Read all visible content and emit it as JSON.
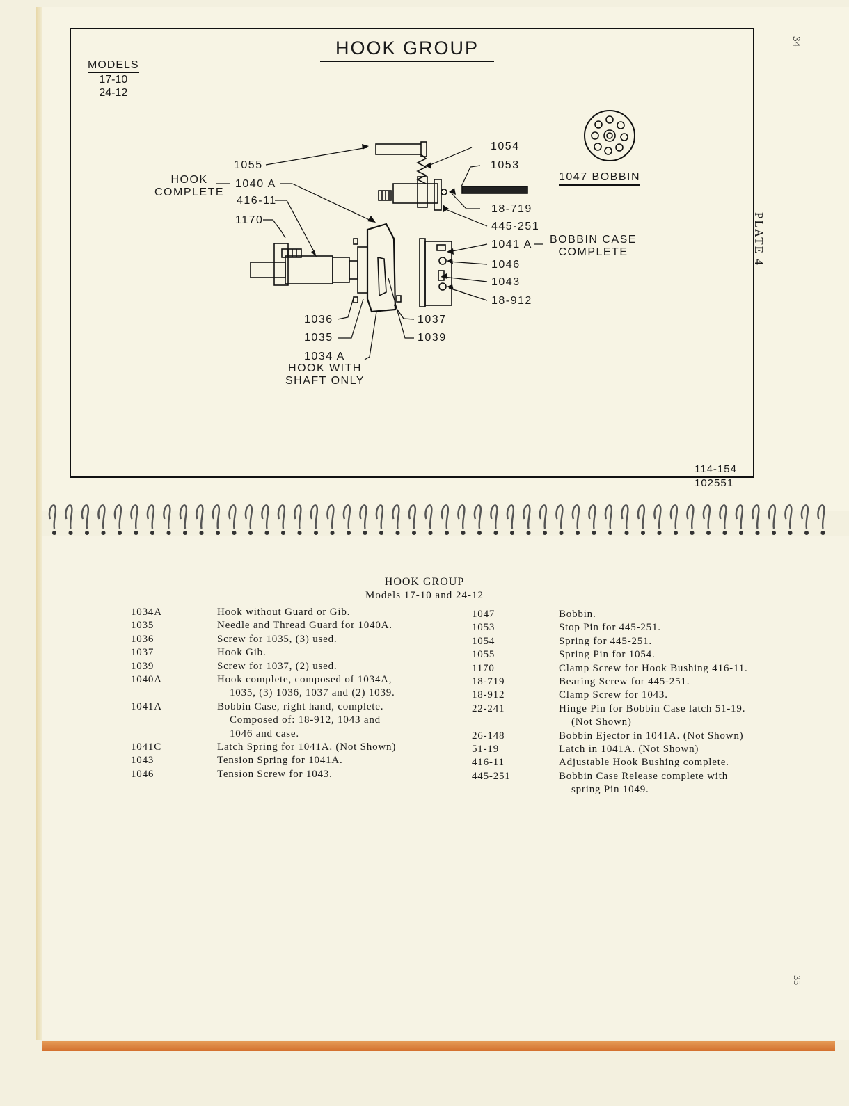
{
  "plate": {
    "title": "HOOK GROUP",
    "models_label": "MODELS",
    "models": [
      "17-10",
      "24-12"
    ],
    "side_label": "PLATE 4",
    "page_top": "34",
    "drawing_numbers": [
      "114-154",
      "102551"
    ],
    "labels": {
      "hook_complete": [
        "HOOK",
        "COMPLETE"
      ],
      "p1055": "1055",
      "p1040a": "1040 A",
      "p416": "416-11",
      "p1170": "1170",
      "p1054": "1054",
      "p1053": "1053",
      "p18719": "18-719",
      "p445": "445-251",
      "p1041a": "1041 A",
      "bobbin_case": [
        "BOBBIN CASE",
        "COMPLETE"
      ],
      "p1046": "1046",
      "p1043": "1043",
      "p18912": "18-912",
      "p1036": "1036",
      "p1035": "1035",
      "p1034a": "1034 A",
      "hook_shaft": [
        "HOOK WITH",
        "SHAFT ONLY"
      ],
      "p1037": "1037",
      "p1039": "1039",
      "bobbin": "1047  BOBBIN"
    }
  },
  "parts_list": {
    "title": "HOOK GROUP",
    "subtitle": "Models 17-10 and 24-12",
    "left": [
      {
        "num": "1034A",
        "desc": [
          "Hook without Guard or Gib."
        ]
      },
      {
        "num": "1035",
        "desc": [
          "Needle and Thread Guard for 1040A."
        ]
      },
      {
        "num": "1036",
        "desc": [
          "Screw for 1035, (3) used."
        ]
      },
      {
        "num": "1037",
        "desc": [
          "Hook Gib."
        ]
      },
      {
        "num": "1039",
        "desc": [
          "Screw for 1037, (2) used."
        ]
      },
      {
        "num": "1040A",
        "desc": [
          "Hook complete, composed of 1034A,",
          "1035, (3) 1036, 1037 and (2) 1039."
        ]
      },
      {
        "num": "1041A",
        "desc": [
          "Bobbin Case, right hand, complete.",
          "Composed of: 18-912, 1043 and",
          "1046 and case."
        ]
      },
      {
        "num": "1041C",
        "desc": [
          "Latch Spring for 1041A.  (Not Shown)"
        ]
      },
      {
        "num": "1043",
        "desc": [
          "Tension Spring for 1041A."
        ]
      },
      {
        "num": "1046",
        "desc": [
          "Tension Screw for 1043."
        ]
      }
    ],
    "right": [
      {
        "num": "1047",
        "desc": [
          "Bobbin."
        ]
      },
      {
        "num": "1053",
        "desc": [
          "Stop Pin for 445-251."
        ]
      },
      {
        "num": "1054",
        "desc": [
          "Spring for 445-251."
        ]
      },
      {
        "num": "1055",
        "desc": [
          "Spring Pin for 1054."
        ]
      },
      {
        "num": "1170",
        "desc": [
          "Clamp Screw for Hook Bushing 416-11."
        ]
      },
      {
        "num": "18-719",
        "desc": [
          "Bearing Screw for 445-251."
        ]
      },
      {
        "num": "18-912",
        "desc": [
          "Clamp Screw for 1043."
        ]
      },
      {
        "num": "22-241",
        "desc": [
          "Hinge Pin for Bobbin Case latch 51-19.",
          "(Not Shown)"
        ]
      },
      {
        "num": "26-148",
        "desc": [
          "Bobbin Ejector in 1041A.  (Not Shown)"
        ]
      },
      {
        "num": "51-19",
        "desc": [
          "Latch in 1041A.  (Not Shown)"
        ]
      },
      {
        "num": "416-11",
        "desc": [
          "Adjustable Hook Bushing complete."
        ]
      },
      {
        "num": "445-251",
        "desc": [
          "Bobbin Case Release complete with",
          "spring Pin 1049."
        ]
      }
    ],
    "page_bottom": "35"
  }
}
